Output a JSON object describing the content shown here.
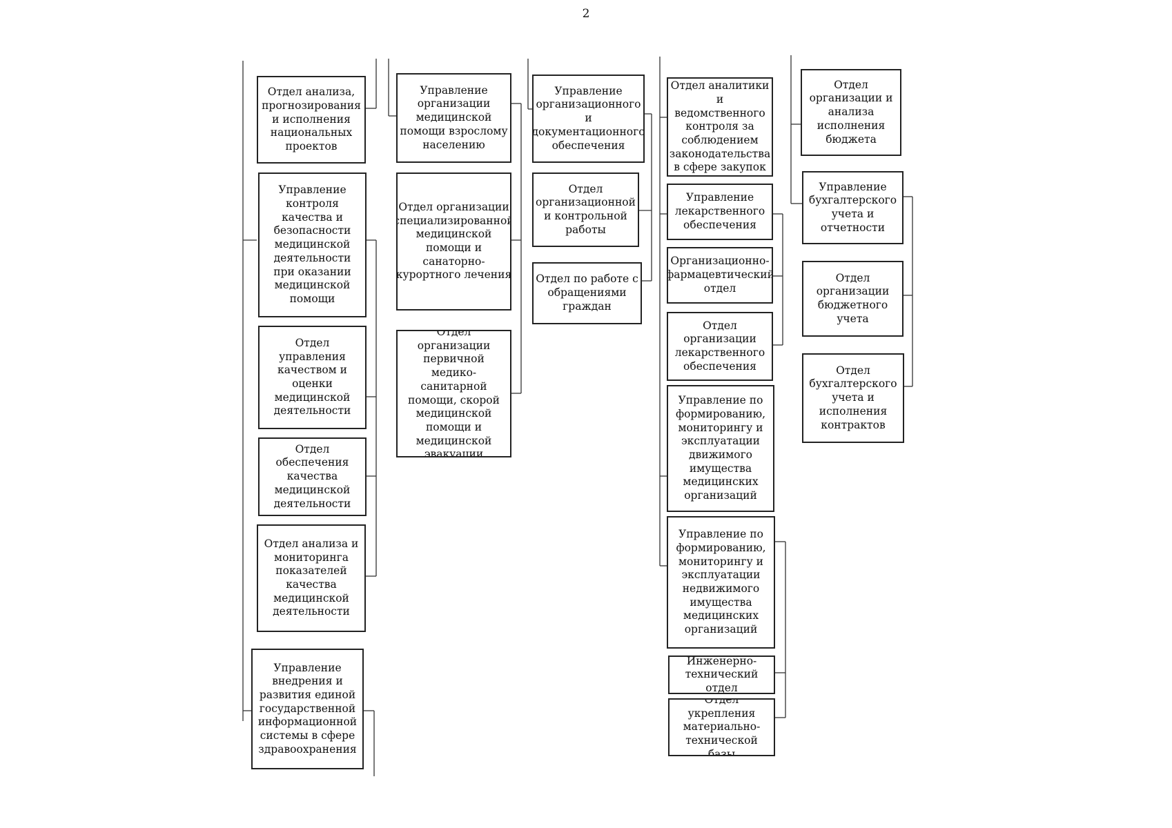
{
  "page_number": "2",
  "columns": [
    {
      "boxes": [
        {
          "id": "c1b1",
          "label": "Отдел анализа, прогнозирования и исполнения национальных проектов"
        },
        {
          "id": "c1b2",
          "label": "Управление контроля качества и безопасности медицинской деятельности при оказании медицинской помощи"
        },
        {
          "id": "c1b3",
          "label": "Отдел управления качеством и оценки медицинской деятельности"
        },
        {
          "id": "c1b4",
          "label": "Отдел обеспечения качества медицинской деятельности"
        },
        {
          "id": "c1b5",
          "label": "Отдел анализа и мониторинга показателей качества медицинской деятельности"
        },
        {
          "id": "c1b6",
          "label": "Управление внедрения и развития единой государственной информационной системы в сфере здравоохранения"
        }
      ]
    },
    {
      "boxes": [
        {
          "id": "c2b1",
          "label": "Управление организации медицинской помощи взрослому населению"
        },
        {
          "id": "c2b2",
          "label": "Отдел организации специализированной медицинской помощи и санаторно-курортного лечения"
        },
        {
          "id": "c2b3",
          "label": "Отдел организации первичной медико-санитарной помощи, скорой медицинской помощи и медицинской эвакуации"
        }
      ]
    },
    {
      "boxes": [
        {
          "id": "c3b1",
          "label": "Управление организационного и документационного обеспечения"
        },
        {
          "id": "c3b2",
          "label": "Отдел организационной и контрольной работы"
        },
        {
          "id": "c3b3",
          "label": "Отдел по работе с обращениями граждан"
        }
      ]
    },
    {
      "boxes": [
        {
          "id": "c4b1",
          "label": "Отдел аналитики и ведомственного контроля за соблюдением законодательства в сфере закупок"
        },
        {
          "id": "c4b2",
          "label": "Управление лекарственного обеспечения"
        },
        {
          "id": "c4b3",
          "label": "Организационно-фармацевтический отдел"
        },
        {
          "id": "c4b4",
          "label": "Отдел организации лекарственного обеспечения"
        },
        {
          "id": "c4b5",
          "label": "Управление по формированию, мониторингу и эксплуатации движимого имущества медицинских организаций"
        },
        {
          "id": "c4b6",
          "label": "Управление по формированию, мониторингу и эксплуатации недвижимого имущества медицинских организаций"
        },
        {
          "id": "c4b7",
          "label": "Инженерно-технический отдел"
        },
        {
          "id": "c4b8",
          "label": "Отдел укрепления материально-технической базы"
        }
      ]
    },
    {
      "boxes": [
        {
          "id": "c5b1",
          "label": "Отдел организации и анализа исполнения бюджета"
        },
        {
          "id": "c5b2",
          "label": "Управление бухгалтерского учета и отчетности"
        },
        {
          "id": "c5b3",
          "label": "Отдел организации бюджетного учета"
        },
        {
          "id": "c5b4",
          "label": "Отдел бухгалтерского учета и исполнения контрактов"
        }
      ]
    }
  ]
}
